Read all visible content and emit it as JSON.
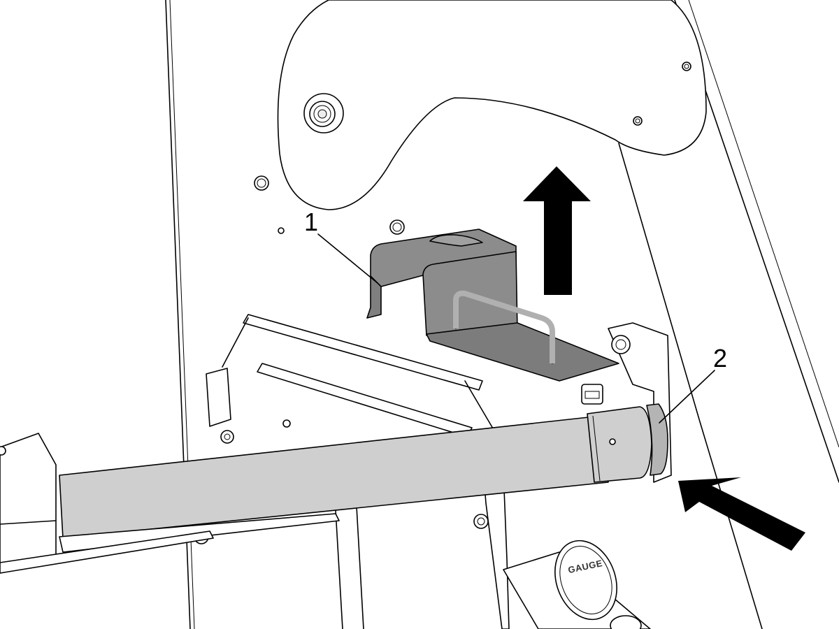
{
  "callouts": [
    {
      "id": "1",
      "label": "1"
    },
    {
      "id": "2",
      "label": "2"
    }
  ],
  "gauge_label": "GAUGE",
  "colors": {
    "background": "#ffffff",
    "line": "#000000",
    "bracket_fill": "#8c8c8c",
    "tube_fill": "#cfcfcf",
    "arrow_fill": "#000000"
  }
}
